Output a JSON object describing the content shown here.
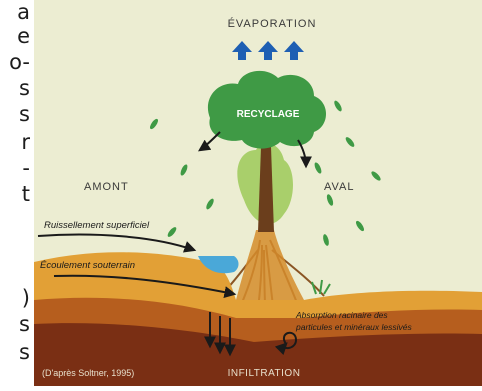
{
  "left_fragments": [
    "a",
    "e",
    "o-",
    "s",
    "s",
    "r",
    "-",
    "t",
    ")",
    "s",
    "s"
  ],
  "diagram": {
    "evaporation": "ÉVAPORATION",
    "recyclage": "RECYCLAGE",
    "amont": "AMONT",
    "aval": "AVAL",
    "ruissellement": "Ruissellement superficiel",
    "ecoulement": "Écoulement souterrain",
    "absorption_line1": "Absorption racinaire des",
    "absorption_line2": "particules et minéraux lessivés",
    "infiltration": "INFILTRATION",
    "source": "(D'après Soltner, 1995)"
  },
  "colors": {
    "background": "#ecedd2",
    "tree_crown": "#3f9a45",
    "trunk": "#6b3e1c",
    "arrows_up": "#1e5fb3",
    "soil_top": "#e2a036",
    "soil_bottom": "#7a2f14",
    "water": "#4aa8d8"
  }
}
